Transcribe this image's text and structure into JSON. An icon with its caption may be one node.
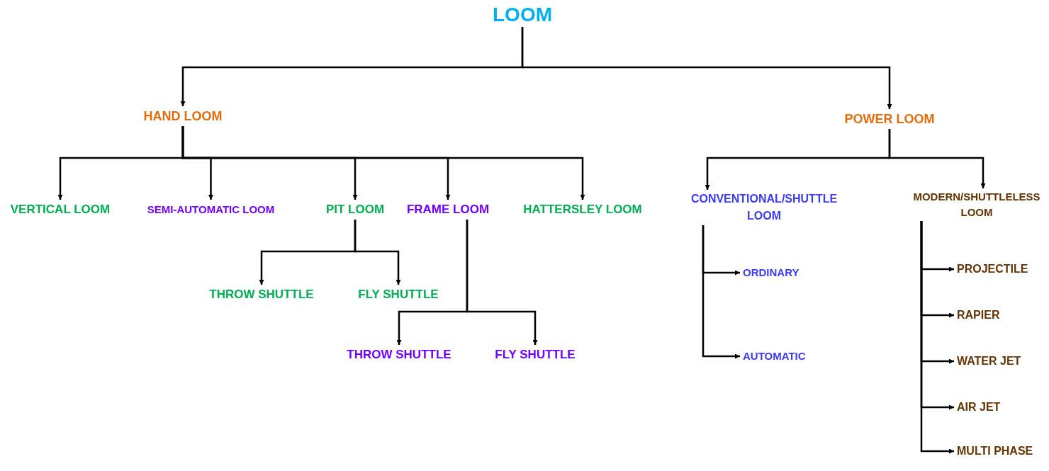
{
  "diagram": {
    "nodes": [
      {
        "text": [
          "LOOM"
        ]
      },
      {
        "text": [
          "HAND LOOM"
        ]
      },
      {
        "text": [
          "POWER LOOM"
        ]
      },
      {
        "text": [
          "MODERN/SHUTTLELESS LOOM"
        ]
      },
      {
        "text": [
          "VERTICAL LOOM"
        ]
      },
      {
        "text": [
          "SEMI-AUTOMATIC LOOM"
        ]
      },
      {
        "text": [
          "PIT LOOM"
        ]
      },
      {
        "text": [
          "FRAME LOOM"
        ]
      },
      {
        "text": [
          "HATTERSLEY LOOM"
        ]
      },
      {
        "text": [
          "CONVENTIONAL/SHUTTLE LOOM"
        ]
      },
      {
        "text": [
          "THROW SHUTTLE"
        ]
      },
      {
        "text": [
          "FLY SHUTTLE"
        ]
      },
      {
        "text": [
          "ORDINARY"
        ]
      },
      {
        "text": [
          "AIR JET"
        ]
      },
      {
        "text": [
          "PROJECTILE"
        ]
      },
      {
        "text": [
          "MULTI PHASE"
        ]
      },
      {
        "text": [
          "THROW SHUTTLE"
        ]
      },
      {
        "text": [
          "FLY SHUTTLE"
        ]
      },
      {
        "text": [
          "RAPIER"
        ]
      },
      {
        "text": [
          "AUTOMATIC"
        ]
      },
      {
        "text": [
          "WATER JET"
        ]
      }
    ],
    "edges": [
      {
        "from": 0,
        "to": 1,
        "arrow": "to"
      },
      {
        "from": 0,
        "to": 2,
        "arrow": "to"
      },
      {
        "from": 1,
        "to": 4,
        "arrow": "to"
      },
      {
        "from": 1,
        "to": 5,
        "arrow": "to"
      },
      {
        "from": 1,
        "to": 6,
        "arrow": "to"
      },
      {
        "from": 1,
        "to": 7,
        "arrow": "to"
      },
      {
        "from": 1,
        "to": 8,
        "arrow": "to"
      },
      {
        "from": 2,
        "to": 9,
        "arrow": "to"
      },
      {
        "from": 2,
        "to": 3,
        "arrow": "to"
      },
      {
        "from": 6,
        "to": 10,
        "arrow": "to"
      },
      {
        "from": 6,
        "to": 11,
        "arrow": "to"
      },
      {
        "from": 7,
        "to": 16,
        "arrow": "to"
      },
      {
        "from": 7,
        "to": 17,
        "arrow": "to"
      },
      {
        "from": 9,
        "to": 12,
        "arrow": "to"
      },
      {
        "from": 9,
        "to": 19,
        "arrow": "to"
      },
      {
        "from": 3,
        "to": 14,
        "arrow": "to"
      },
      {
        "from": 3,
        "to": 18,
        "arrow": "to"
      },
      {
        "from": 3,
        "to": 20,
        "arrow": "to"
      },
      {
        "from": 3,
        "to": 13,
        "arrow": "to"
      },
      {
        "from": 3,
        "to": 15,
        "arrow": "to"
      }
    ]
  }
}
